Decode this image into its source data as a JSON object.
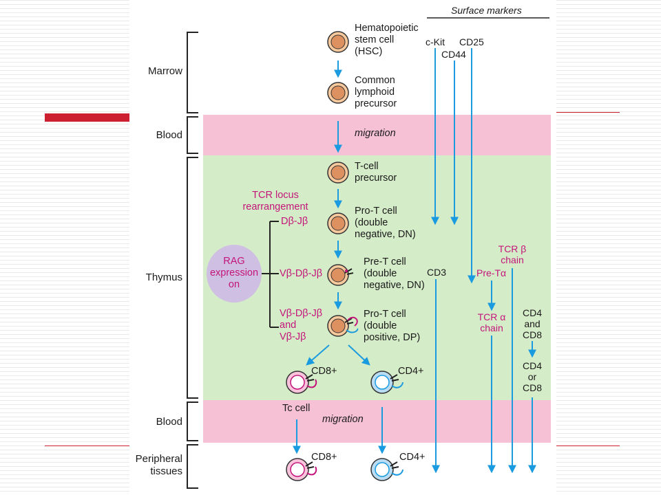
{
  "header": {
    "surface_markers": "Surface markers"
  },
  "regions": {
    "marrow": "Marrow",
    "blood_top": "Blood",
    "thymus": "Thymus",
    "blood_bottom": "Blood",
    "peripheral_line1": "Peripheral",
    "peripheral_line2": "tissues"
  },
  "cells": {
    "hsc": [
      "Hematopoietic",
      "stem cell",
      "(HSC)"
    ],
    "clp": [
      "Common",
      "lymphoid",
      "precursor"
    ],
    "tprecursor": [
      "T-cell",
      "precursor"
    ],
    "prot_dn": [
      "Pro-T cell",
      "(double",
      "negative, DN)"
    ],
    "pret_dn": [
      "Pre-T cell",
      "(double",
      "negative, DN)"
    ],
    "prot_dp": [
      "Pro-T cell",
      "(double",
      "positive, DP)"
    ],
    "cd8_thymus": "CD8+",
    "cd4_thymus": "CD4+",
    "cd8_periph": "CD8+",
    "cd4_periph": "CD4+",
    "tc_cell": "Tc cell"
  },
  "labels": {
    "migration_top": "migration",
    "migration_bottom": "migration",
    "tcr_locus": [
      "TCR locus",
      "rearrangement"
    ],
    "db_jb": "Dβ-Jβ",
    "vb_db_jb": "Vβ-Dβ-Jβ",
    "vdj_and": [
      "Vβ-Dβ-Jβ",
      "and",
      "Vβ-Jβ"
    ],
    "rag": [
      "RAG",
      "expression",
      "on"
    ]
  },
  "markers": {
    "ckit": "c-Kit",
    "cd25": "CD25",
    "cd44": "CD44",
    "cd3": "CD3",
    "tcr_beta_chain": [
      "TCR β",
      "chain"
    ],
    "pre_t_alpha": "Pre-Tα",
    "tcr_alpha_chain": [
      "TCR α",
      "chain"
    ],
    "cd4_and_cd8": [
      "CD4",
      "and",
      "CD8"
    ],
    "cd4_or_cd8": [
      "CD4",
      "or",
      "CD8"
    ]
  },
  "colors": {
    "blood_band": "#f7c1d5",
    "thymus_band": "#d5ecc8",
    "arrow_blue": "#1a9be0",
    "magenta_text": "#c4147a",
    "rag_oval": "#cfbfe3",
    "cell_orange": "#f7c99d",
    "nucleus_orange": "#de9160",
    "cd8_pink": "#f9c3dc",
    "cd4_blue": "#b9dcf2",
    "deco_red": "#cc1f2f"
  }
}
